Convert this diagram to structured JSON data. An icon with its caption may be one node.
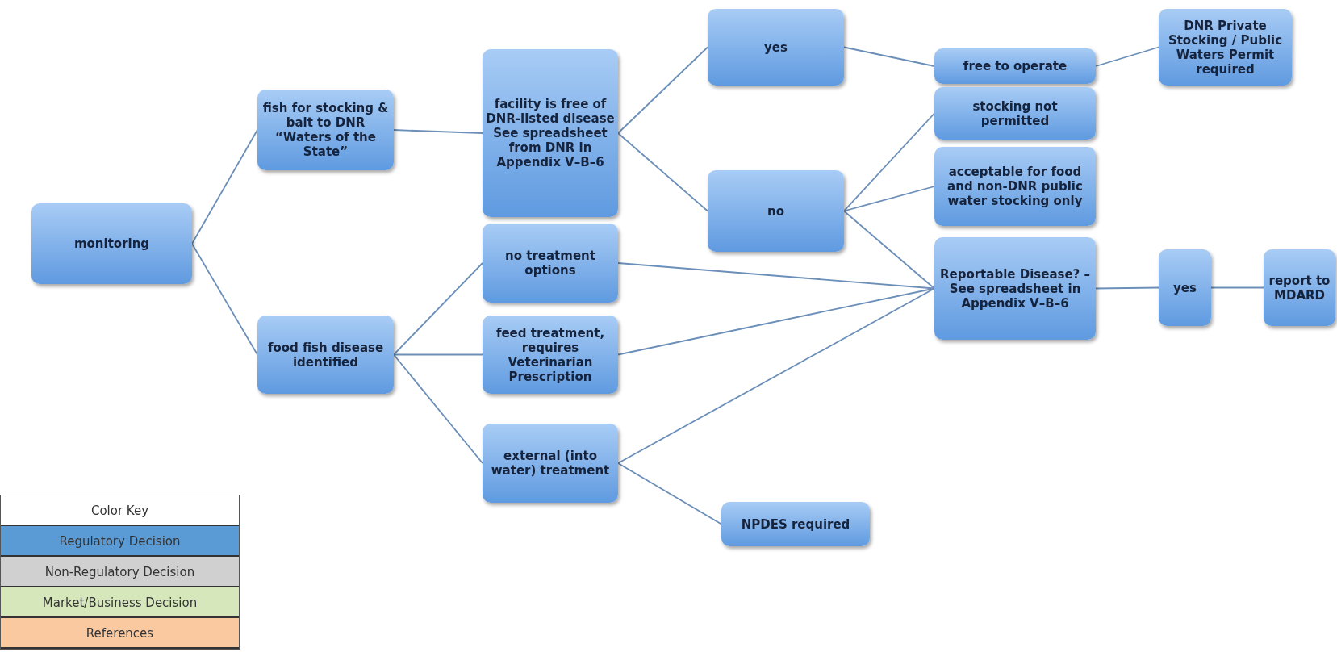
{
  "diagram": {
    "nodes": [
      {
        "text": [
          "monitoring"
        ]
      },
      {
        "text": [
          "fish for stocking & bait to DNR “Waters of the State”"
        ]
      },
      {
        "text": [
          "food fish disease identified"
        ]
      },
      {
        "text": [
          "facility is free of DNR-listed disease See spreadsheet from DNR in Appendix V–B–6"
        ]
      },
      {
        "text": [
          "yes"
        ]
      },
      {
        "text": [
          "free to operate"
        ]
      },
      {
        "text": [
          "DNR Private Stocking / Public Waters Permit required"
        ]
      },
      {
        "text": [
          "no"
        ]
      },
      {
        "text": [
          "stocking not permitted"
        ]
      },
      {
        "text": [
          "acceptable for food and non-DNR public water stocking only"
        ]
      },
      {
        "text": [
          "no treatment options"
        ]
      },
      {
        "text": [
          "feed treatment, requires Veterinarian Prescription"
        ]
      },
      {
        "text": [
          "Reportable Disease? – See spreadsheet in Appendix V–B–6"
        ]
      },
      {
        "text": [
          "yes"
        ]
      },
      {
        "text": [
          "report to MDARD"
        ]
      },
      {
        "text": [
          "external (into water) treatment"
        ]
      },
      {
        "text": [
          "NPDES required"
        ]
      }
    ],
    "edges": [
      {
        "from": 0,
        "to": 1,
        "arrow": "none"
      },
      {
        "from": 0,
        "to": 2,
        "arrow": "none"
      },
      {
        "from": 1,
        "to": 3,
        "arrow": "none"
      },
      {
        "from": 3,
        "to": 4,
        "arrow": "none"
      },
      {
        "from": 3,
        "to": 7,
        "arrow": "none"
      },
      {
        "from": 4,
        "to": 5,
        "arrow": "none"
      },
      {
        "from": 5,
        "to": 6,
        "arrow": "none"
      },
      {
        "from": 7,
        "to": 8,
        "arrow": "none"
      },
      {
        "from": 7,
        "to": 9,
        "arrow": "none"
      },
      {
        "from": 7,
        "to": 12,
        "arrow": "none"
      },
      {
        "from": 2,
        "to": 10,
        "arrow": "none"
      },
      {
        "from": 2,
        "to": 11,
        "arrow": "none"
      },
      {
        "from": 2,
        "to": 15,
        "arrow": "none"
      },
      {
        "from": 10,
        "to": 12,
        "arrow": "none"
      },
      {
        "from": 11,
        "to": 12,
        "arrow": "none"
      },
      {
        "from": 15,
        "to": 12,
        "arrow": "none"
      },
      {
        "from": 15,
        "to": 16,
        "arrow": "none"
      },
      {
        "from": 12,
        "to": 13,
        "arrow": "none"
      },
      {
        "from": 13,
        "to": 14,
        "arrow": "none"
      }
    ],
    "labels": [
      "Color Key"
    ],
    "legend": [
      {
        "text": "Regulatory Decision",
        "color": "#5b9bd5"
      },
      {
        "text": "Non-Regulatory Decision",
        "color": "#d0d0d0"
      },
      {
        "text": "Market/Business  Decision",
        "color": "#d6e8bb"
      },
      {
        "text": "References",
        "color": "#fac9a0"
      }
    ]
  }
}
